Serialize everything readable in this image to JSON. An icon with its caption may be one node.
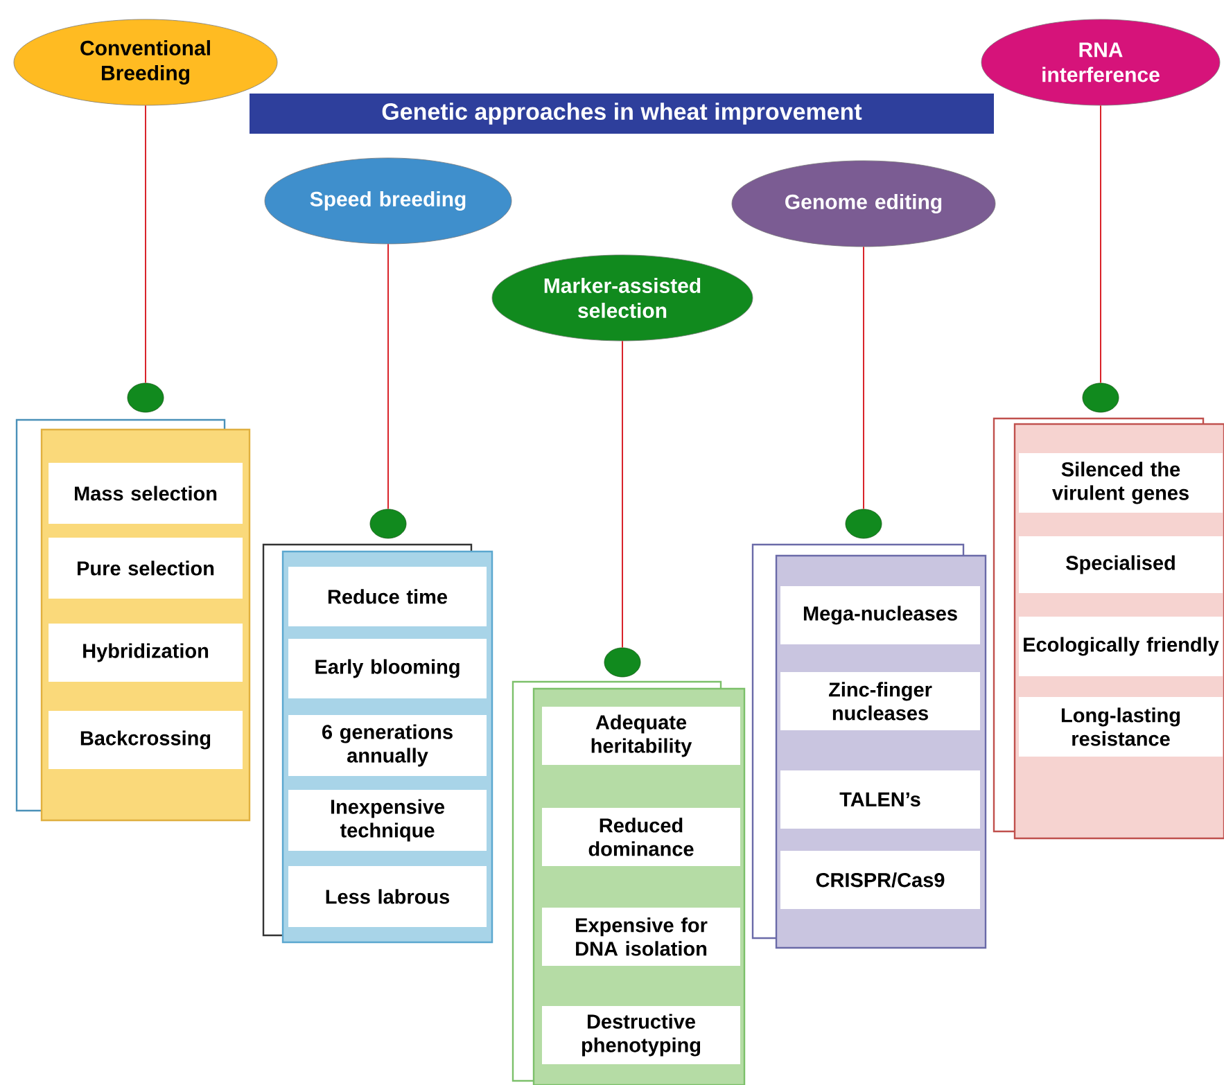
{
  "diagram": {
    "title": "Genetic approaches in wheat improvement",
    "nodes": [
      {
        "text": [
          "Conventional Breeding"
        ]
      },
      {
        "text": [],
        "shape": "circle"
      },
      {
        "text": [],
        "shape": "box"
      },
      {
        "text": [
          "Mass selection"
        ],
        "in": 2
      },
      {
        "text": [
          "Pure selection"
        ],
        "in": 2
      },
      {
        "text": [
          "Hybridization"
        ],
        "in": 2
      },
      {
        "text": [
          "Backcrossing"
        ],
        "in": 2
      },
      {
        "text": [
          "Speed breeding"
        ]
      },
      {
        "text": [],
        "shape": "circle"
      },
      {
        "text": [],
        "shape": "box"
      },
      {
        "text": [
          "Reduce time"
        ],
        "in": 9
      },
      {
        "text": [
          "Early blooming"
        ],
        "in": 9
      },
      {
        "text": [
          "6 generations annually"
        ],
        "in": 9
      },
      {
        "text": [
          "Inexpensive technique"
        ],
        "in": 9
      },
      {
        "text": [
          "Less labrous"
        ],
        "in": 9
      },
      {
        "text": [
          "Marker-assisted selection"
        ]
      },
      {
        "text": [],
        "shape": "circle"
      },
      {
        "text": [],
        "shape": "box"
      },
      {
        "text": [
          "Adequate heritability"
        ],
        "in": 17
      },
      {
        "text": [
          "Reduced dominance"
        ],
        "in": 17
      },
      {
        "text": [
          "Expensive for DNA isolation"
        ],
        "in": 17
      },
      {
        "text": [
          "Destructive phenotyping"
        ],
        "in": 17
      },
      {
        "text": [
          "Genome editing"
        ]
      },
      {
        "text": [],
        "shape": "circle"
      },
      {
        "text": [],
        "shape": "box"
      },
      {
        "text": [
          "Mega-nucleases"
        ],
        "in": 24
      },
      {
        "text": [
          "Zinc-finger nucleases"
        ],
        "in": 24
      },
      {
        "text": [
          "TALEN’s"
        ],
        "in": 24
      },
      {
        "text": [
          "CRISPR/Cas9"
        ],
        "in": 24
      },
      {
        "text": [
          "RNA interference"
        ]
      },
      {
        "text": [],
        "shape": "circle"
      },
      {
        "text": [],
        "shape": "box"
      },
      {
        "text": [
          "Silenced the virulent genes"
        ],
        "in": 31
      },
      {
        "text": [
          "Specialised"
        ],
        "in": 31
      },
      {
        "text": [
          "Ecologically friendly"
        ],
        "in": 31
      },
      {
        "text": [
          "Long-lasting resistance"
        ],
        "in": 31
      }
    ],
    "edges": [
      {
        "from": 0,
        "to": 1,
        "arrow": "none"
      },
      {
        "from": 7,
        "to": 8,
        "arrow": "none"
      },
      {
        "from": 15,
        "to": 16,
        "arrow": "none"
      },
      {
        "from": 22,
        "to": 23,
        "arrow": "none"
      },
      {
        "from": 29,
        "to": 30,
        "arrow": "none"
      }
    ]
  }
}
